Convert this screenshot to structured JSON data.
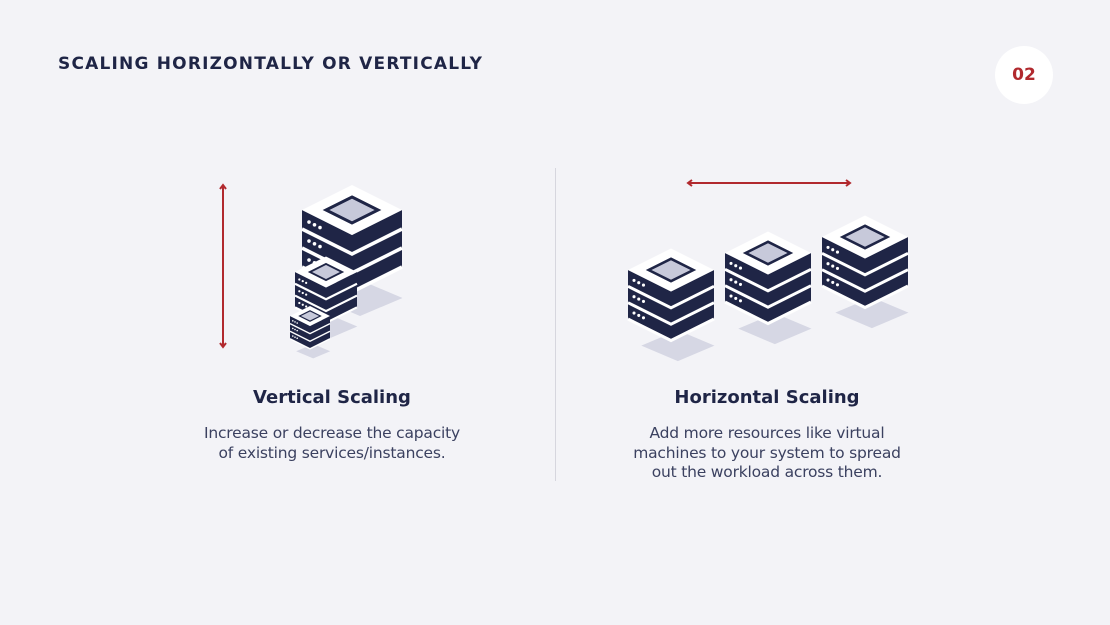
{
  "slide": {
    "title": "SCALING  HORIZONTALLY  OR VERTICALLY",
    "page_number": "02"
  },
  "colors": {
    "background": "#f3f3f7",
    "navy": "#1f2546",
    "accent_red": "#b1292e",
    "server_top": "#ffffff",
    "server_slot": "#c7c9da",
    "shadow": "#d0d1e0"
  },
  "vertical": {
    "heading": "Vertical Scaling",
    "description_lines": [
      "Increase or decrease the capacity",
      "of existing services/instances."
    ],
    "arrow_icon": "vertical-double-arrow-icon",
    "illustration_icon": "server-stacks-growing-icon"
  },
  "horizontal": {
    "heading": "Horizontal Scaling",
    "description_lines": [
      "Add more resources like virtual",
      "machines to your system to spread",
      "out the workload across them."
    ],
    "arrow_icon": "horizontal-double-arrow-icon",
    "illustration_icon": "server-stacks-row-icon"
  }
}
